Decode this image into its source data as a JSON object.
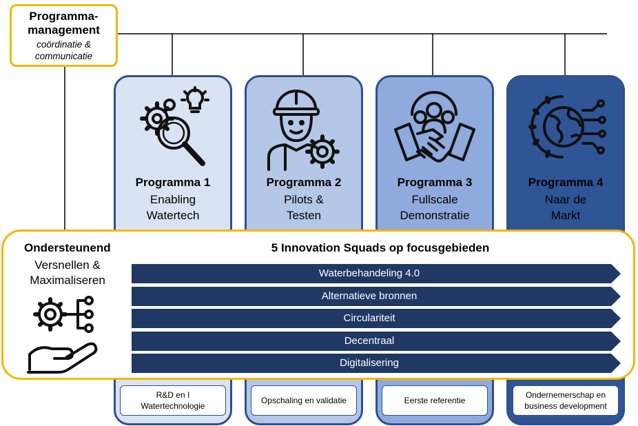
{
  "management": {
    "title": "Programma-\nmanagement",
    "subtitle": "coördinatie &\ncommunicatie"
  },
  "programs": [
    {
      "title": "Programma 1",
      "subtitle": "Enabling\nWatertech",
      "bottom": "R&D en I\nWatertechnologie",
      "icon": "gears-magnifier-lightbulb-icon",
      "color": "#dae3f3"
    },
    {
      "title": "Programma 2",
      "subtitle": "Pilots &\nTesten",
      "bottom": "Opschaling en validatie",
      "icon": "worker-gear-icon",
      "color": "#b4c7e7"
    },
    {
      "title": "Programma 3",
      "subtitle": "Fullscale\nDemonstratie",
      "bottom": "Eerste referentie",
      "icon": "handshake-team-icon",
      "color": "#8faadc"
    },
    {
      "title": "Programma 4",
      "subtitle": "Naar de\nMarkt",
      "bottom": "Ondernemerschap en\nbusiness development",
      "icon": "globe-circuit-icon",
      "color": "#2f5597"
    }
  ],
  "support": {
    "title": "Ondersteunend",
    "subtitle": "Versnellen &\nMaximaliseren",
    "icon": "hand-gear-network-icon",
    "squads_title": "5 Innovation Squads op focusgebieden",
    "squads": [
      "Waterbehandeling 4.0",
      "Alternatieve bronnen",
      "Circulariteit",
      "Decentraal",
      "Digitalisering"
    ]
  },
  "colors": {
    "accent_yellow": "#f2b705",
    "squad_bar": "#1f3864",
    "border_blue": "#2f4f8f"
  }
}
